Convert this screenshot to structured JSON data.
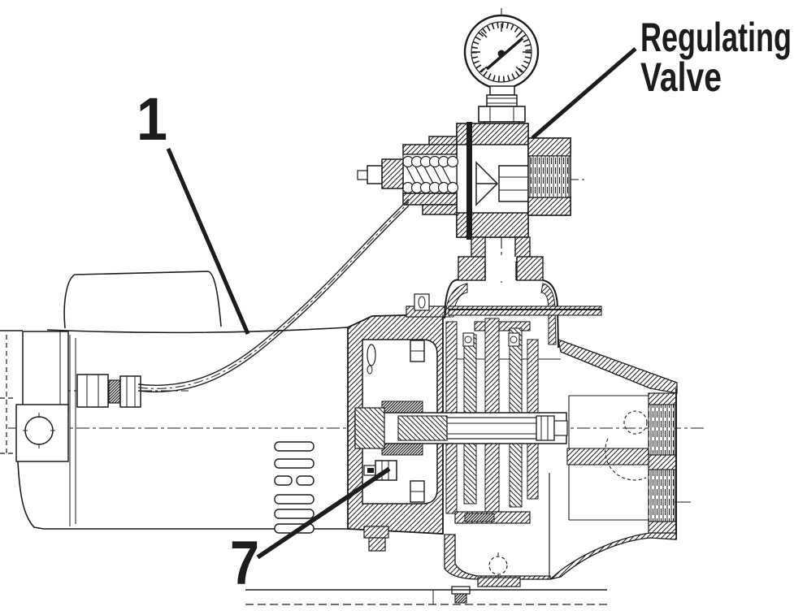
{
  "diagram": {
    "labels": {
      "callout_1": "1",
      "callout_7": "7",
      "valve_line1": "Regulating",
      "valve_line2": "Valve"
    },
    "colors": {
      "ink": "#1c1c1c",
      "paper": "#ffffff"
    }
  }
}
